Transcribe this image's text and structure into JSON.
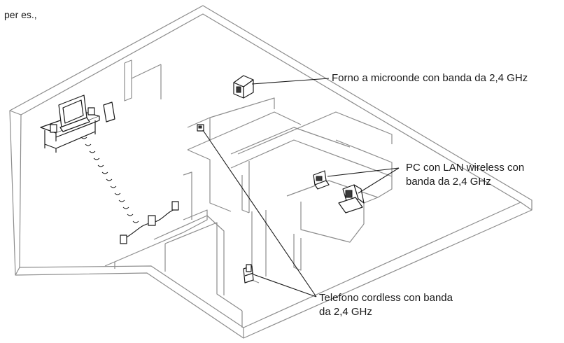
{
  "intro": "per es.,",
  "labels": {
    "microwave": "Forno a microonde con banda da 2,4 GHz",
    "pc_line1": "PC con LAN wireless con",
    "pc_line2": "banda da 2,4 GHz",
    "phone_line1": "Telefono cordless con banda",
    "phone_line2": "da 2,4 GHz"
  }
}
